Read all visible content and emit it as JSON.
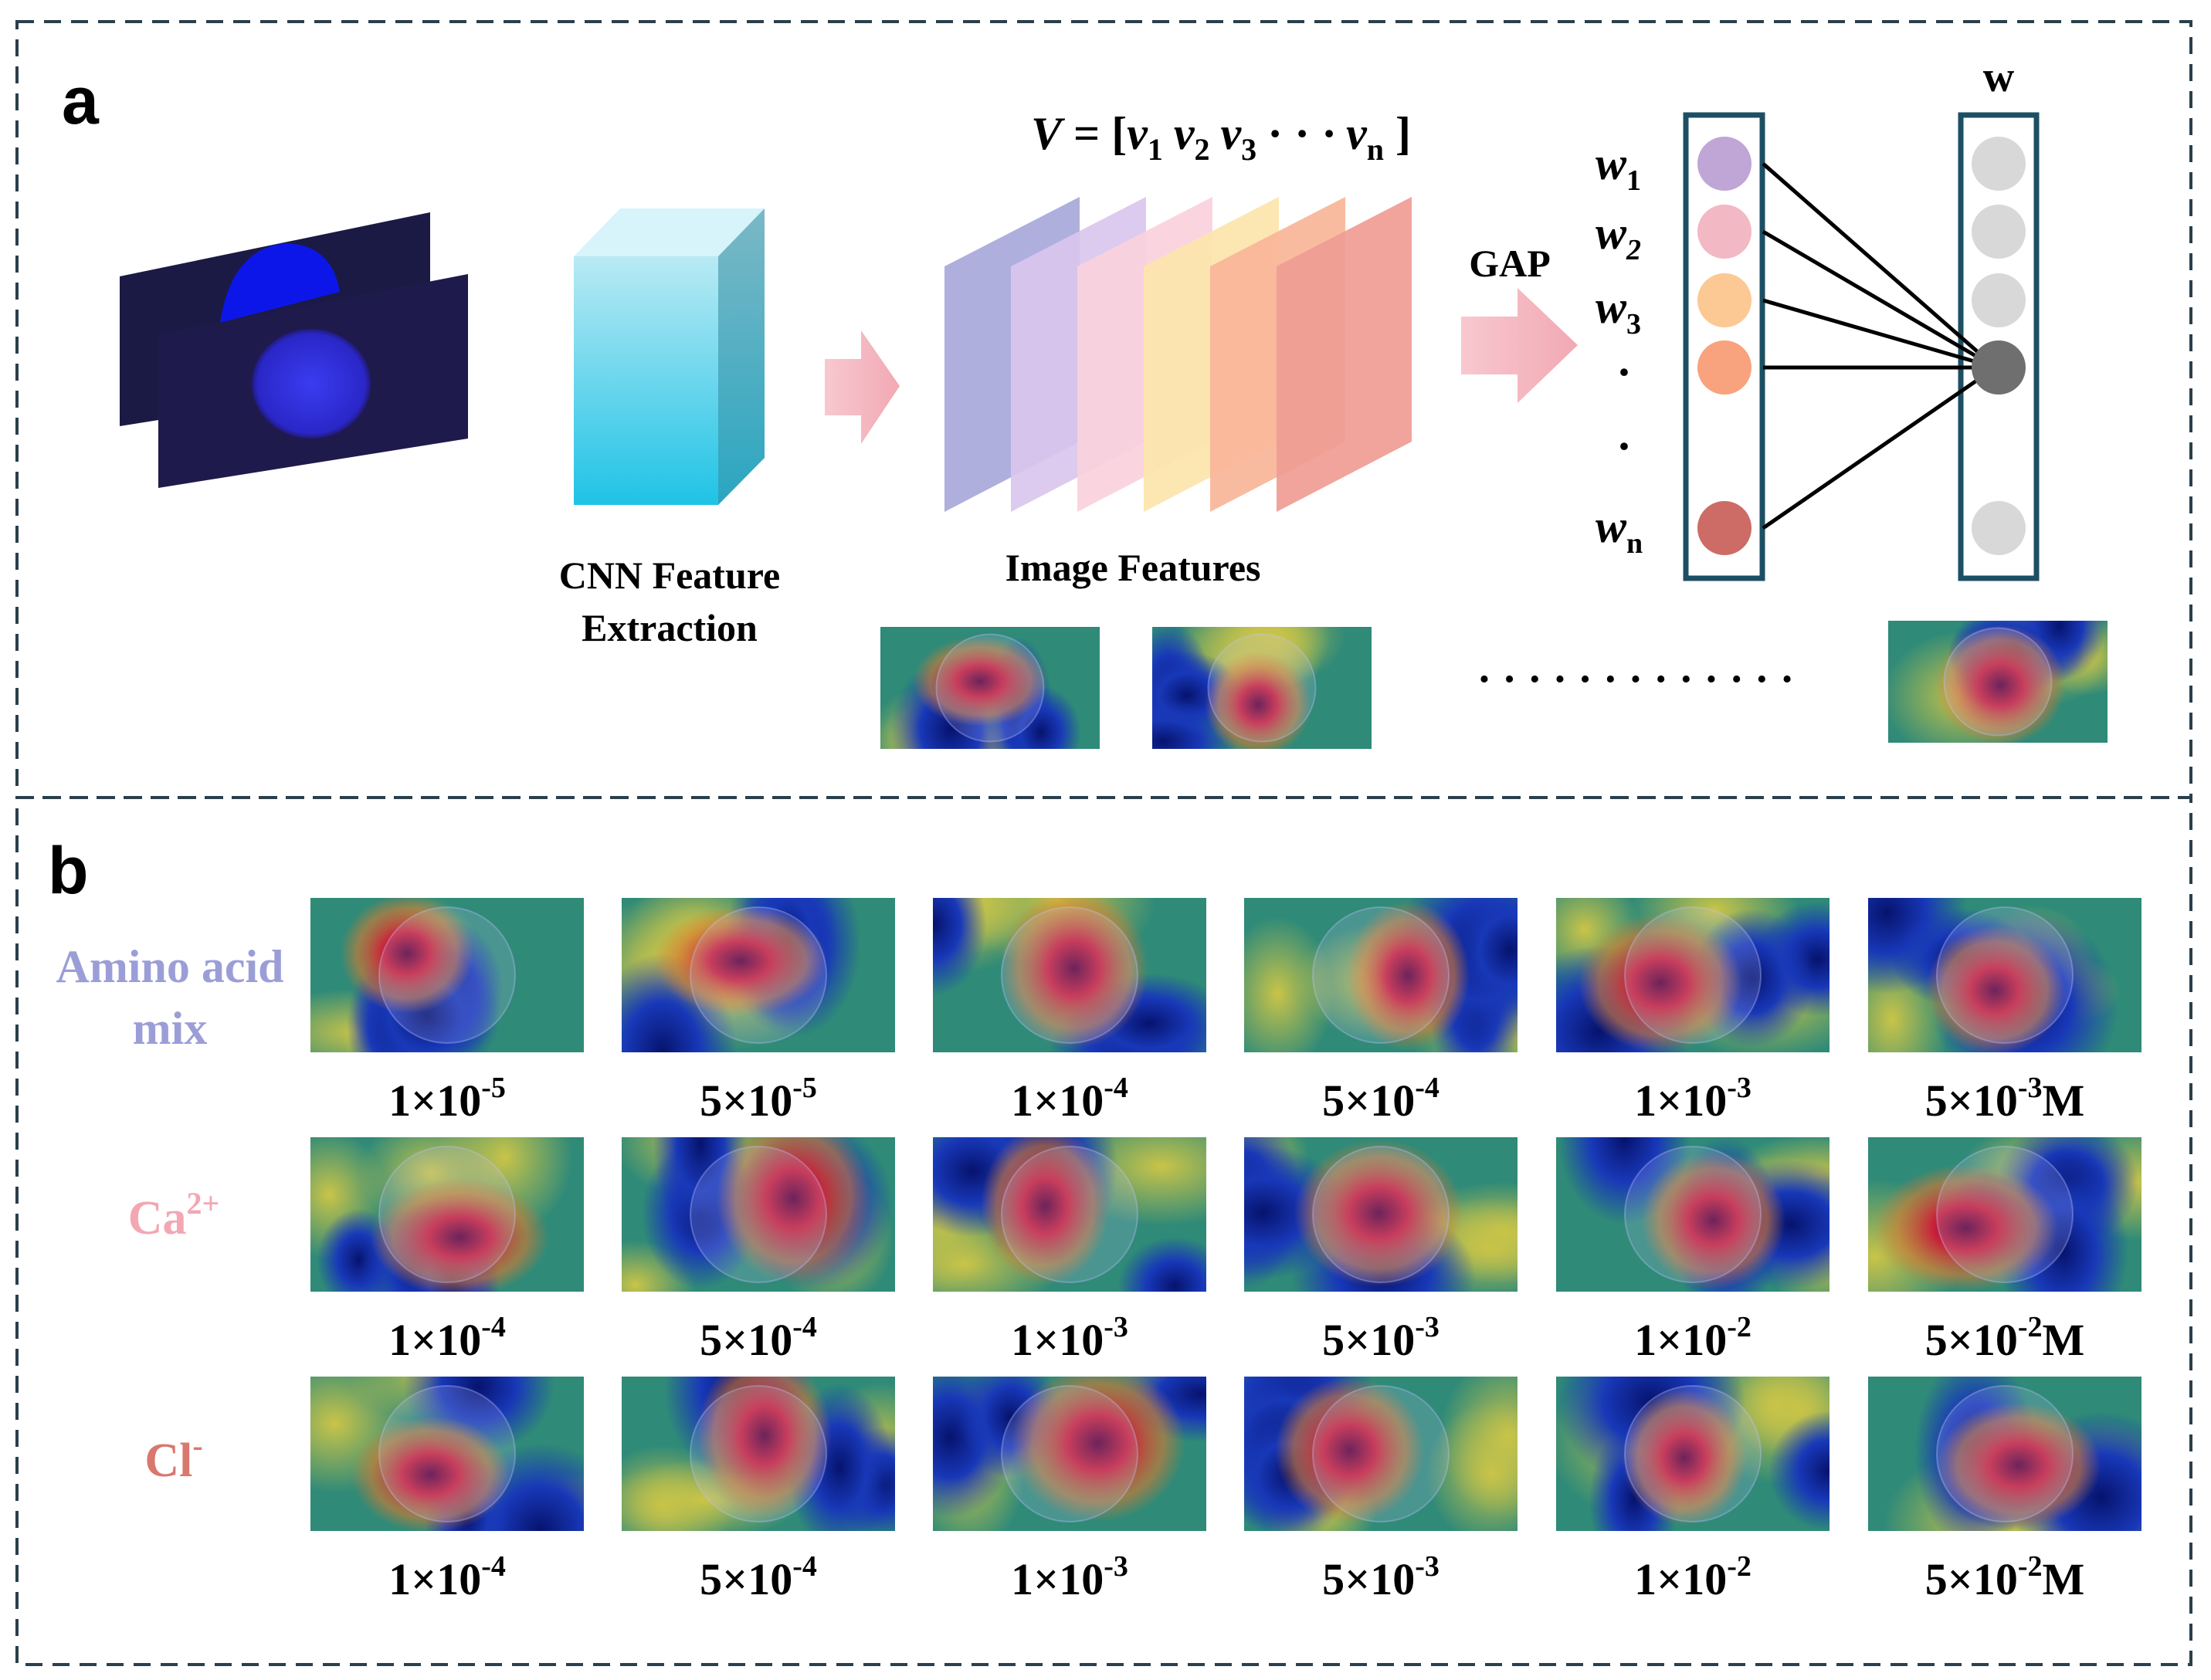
{
  "panel_a": {
    "letter": "a",
    "cnn_label_1": "CNN Feature",
    "cnn_label_2": "Extraction",
    "image_features_label": "Image Features",
    "gap_label": "GAP",
    "w_label": "w",
    "vector_formula": {
      "lhs": "V",
      "eq": " = [",
      "v": "v",
      "subs": [
        "1",
        "2",
        "3"
      ],
      "dots": "· · ·",
      "vn_sub": "n",
      "close": " ]"
    },
    "weights": [
      {
        "sym": "w",
        "sub": "1",
        "color": "#bfa6d6"
      },
      {
        "sym": "w",
        "sub": "2",
        "color": "#f2b8c4"
      },
      {
        "sym": "w",
        "sub": "3",
        "color": "#fcc894"
      },
      {
        "sym": "",
        "sub": "",
        "color": "#f9a27e"
      },
      {
        "sym": "w",
        "sub": "n",
        "color": "#cd6c66"
      }
    ],
    "ellipsis_dot": "·",
    "ellipsis_row": "· · · · · · · · · · · · ·",
    "feature_map_colors": [
      "#a7a8da",
      "#d9c5ee",
      "#fad1dc",
      "#fce5ad",
      "#f8b598",
      "#ef9c94"
    ],
    "output_node_colors": [
      "#d8d8d8",
      "#d8d8d8",
      "#d8d8d8",
      "#6f6f6f",
      "#d8d8d8"
    ]
  },
  "panel_b": {
    "letter": "b",
    "rows": [
      {
        "label_lines": [
          "Amino acid",
          "mix"
        ],
        "label_color": "#9b9ed6",
        "concentrations": [
          {
            "mant": "1×10",
            "exp": "-5",
            "unit": ""
          },
          {
            "mant": "5×10",
            "exp": "-5",
            "unit": ""
          },
          {
            "mant": "1×10",
            "exp": "-4",
            "unit": ""
          },
          {
            "mant": "5×10",
            "exp": "-4",
            "unit": ""
          },
          {
            "mant": "1×10",
            "exp": "-3",
            "unit": ""
          },
          {
            "mant": "5×10",
            "exp": "-3",
            "unit": "M"
          }
        ]
      },
      {
        "label_main": "Ca",
        "label_sup": "2+",
        "label_color": "#f2a7b3",
        "concentrations": [
          {
            "mant": "1×10",
            "exp": "-4",
            "unit": ""
          },
          {
            "mant": "5×10",
            "exp": "-4",
            "unit": ""
          },
          {
            "mant": "1×10",
            "exp": "-3",
            "unit": ""
          },
          {
            "mant": "5×10",
            "exp": "-3",
            "unit": ""
          },
          {
            "mant": "1×10",
            "exp": "-2",
            "unit": ""
          },
          {
            "mant": "5×10",
            "exp": "-2",
            "unit": "M"
          }
        ]
      },
      {
        "label_main": "Cl",
        "label_sup": "-",
        "label_color": "#d9786e",
        "concentrations": [
          {
            "mant": "1×10",
            "exp": "-4",
            "unit": ""
          },
          {
            "mant": "5×10",
            "exp": "-4",
            "unit": ""
          },
          {
            "mant": "1×10",
            "exp": "-3",
            "unit": ""
          },
          {
            "mant": "5×10",
            "exp": "-3",
            "unit": ""
          },
          {
            "mant": "1×10",
            "exp": "-2",
            "unit": ""
          },
          {
            "mant": "5×10",
            "exp": "-2",
            "unit": "M"
          }
        ]
      }
    ]
  }
}
